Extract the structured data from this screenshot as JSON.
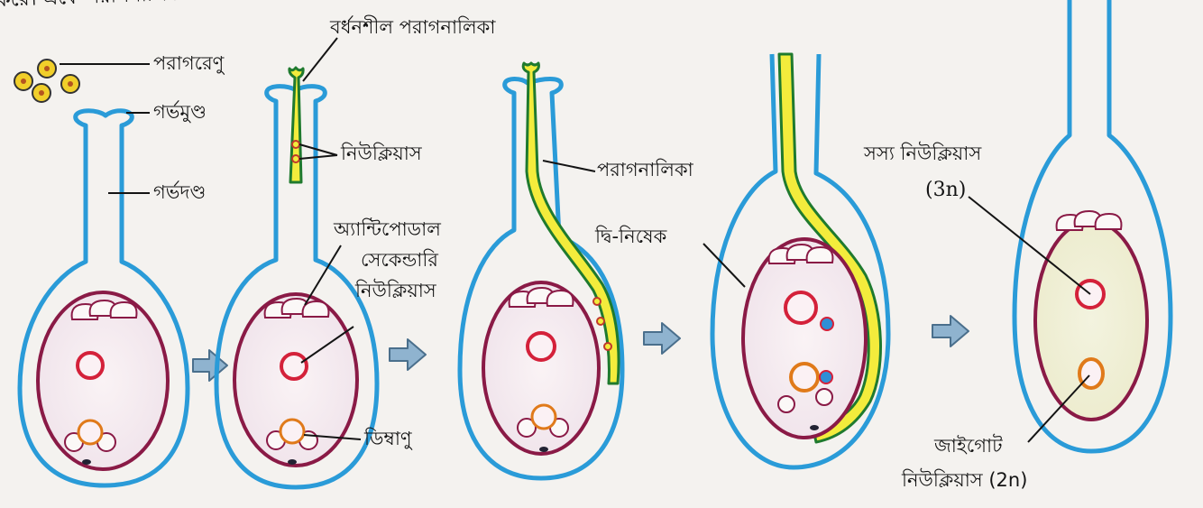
{
  "header_text": "করে। একে পরাগনালিকা বলে।",
  "labels": {
    "pollen_grain": "পরাগরেণু",
    "stigma": "গর্ভমুণ্ড",
    "style": "গর্ভদণ্ড",
    "growing_pollen_tube": "বর্ধনশীল পরাগনালিকা",
    "nucleus": "নিউক্লিয়াস",
    "antipodal": "অ্যান্টিপোডাল",
    "secondary_nucleus_line1": "সেকেন্ডারি",
    "secondary_nucleus_line2": "নিউক্লিয়াস",
    "egg_cell": "ডিম্বাণু",
    "pollen_tube": "পরাগনালিকা",
    "double_fertilization": "দ্বি-নিষেক",
    "endosperm_nucleus": "সস্য নিউক্লিয়াস",
    "endosperm_ploidy": "(3n)",
    "zygote": "জাইগোট",
    "zygote_nucleus": "নিউক্লিয়াস (2n)"
  },
  "colors": {
    "ovary_wall": "#2a9bd8",
    "embryo_sac": "#8a1a46",
    "pollen_tube_fill": "#f3ec3c",
    "pollen_tube_edge": "#1f7a2e",
    "nucleus_red": "#d4213a",
    "egg_orange": "#e07a1a",
    "sperm_blue": "#2f8fd6",
    "arrow_fill": "#8fb3cf",
    "arrow_edge": "#4a6f8c"
  },
  "icons": {
    "stage_arrow": "right-arrow-icon"
  }
}
